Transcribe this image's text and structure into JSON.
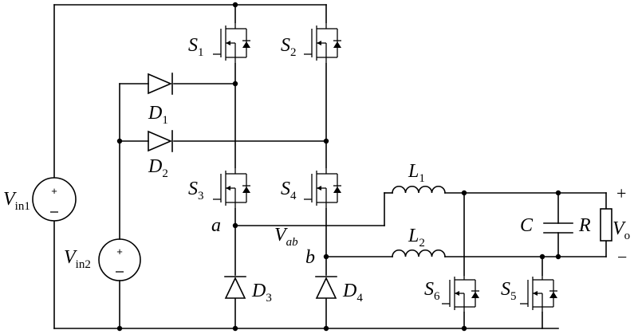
{
  "labels": {
    "S1": {
      "main": "S",
      "sub": "1"
    },
    "S2": {
      "main": "S",
      "sub": "2"
    },
    "S3": {
      "main": "S",
      "sub": "3"
    },
    "S4": {
      "main": "S",
      "sub": "4"
    },
    "S5": {
      "main": "S",
      "sub": "5"
    },
    "S6": {
      "main": "S",
      "sub": "6"
    },
    "D1": {
      "main": "D",
      "sub": "1"
    },
    "D2": {
      "main": "D",
      "sub": "2"
    },
    "D3": {
      "main": "D",
      "sub": "3"
    },
    "D4": {
      "main": "D",
      "sub": "4"
    },
    "L1": {
      "main": "L",
      "sub": "1"
    },
    "L2": {
      "main": "L",
      "sub": "2"
    },
    "Vin1": {
      "main": "V",
      "sub": "in1"
    },
    "Vin2": {
      "main": "V",
      "sub": "in2"
    },
    "Vab": {
      "main": "V",
      "sub": "ab"
    },
    "Vo": {
      "main": "V",
      "sub": "o"
    },
    "a": "a",
    "b": "b",
    "C": "C",
    "R": "R",
    "plus": "+",
    "minus": "−"
  }
}
